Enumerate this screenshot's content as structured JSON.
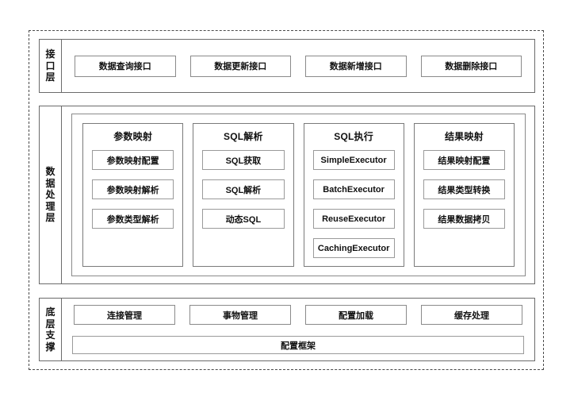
{
  "diagram": {
    "title": "",
    "outer_border_style": "dashed",
    "colors": {
      "background": "#ffffff",
      "outer_border": "#4a4a4a",
      "layer_border": "#6b6b6b",
      "box_border": "#8a8a8a",
      "text": "#111111"
    }
  },
  "layers": [
    {
      "id": "interface-layer",
      "label": "接口层",
      "items": [
        {
          "label": "数据查询接口"
        },
        {
          "label": "数据更新接口"
        },
        {
          "label": "数据新增接口"
        },
        {
          "label": "数据删除接口"
        }
      ]
    },
    {
      "id": "data-processing-layer",
      "label": "数据处理层",
      "groups": [
        {
          "title": "参数映射",
          "items": [
            {
              "label": "参数映射配置"
            },
            {
              "label": "参数映射解析"
            },
            {
              "label": "参数类型解析"
            }
          ]
        },
        {
          "title": "SQL解析",
          "items": [
            {
              "label": "SQL获取"
            },
            {
              "label": "SQL解析"
            },
            {
              "label": "动态SQL"
            }
          ]
        },
        {
          "title": "SQL执行",
          "items": [
            {
              "label": "SimpleExecutor"
            },
            {
              "label": "BatchExecutor"
            },
            {
              "label": "ReuseExecutor"
            },
            {
              "label": "CachingExecutor"
            }
          ]
        },
        {
          "title": "结果映射",
          "items": [
            {
              "label": "结果映射配置"
            },
            {
              "label": "结果类型转换"
            },
            {
              "label": "结果数据拷贝"
            }
          ]
        }
      ]
    },
    {
      "id": "support-layer",
      "label": "底层支撑",
      "items": [
        {
          "label": "连接管理"
        },
        {
          "label": "事物管理"
        },
        {
          "label": "配置加载"
        },
        {
          "label": "缓存处理"
        }
      ],
      "wide_item": {
        "label": "配置框架"
      }
    }
  ]
}
